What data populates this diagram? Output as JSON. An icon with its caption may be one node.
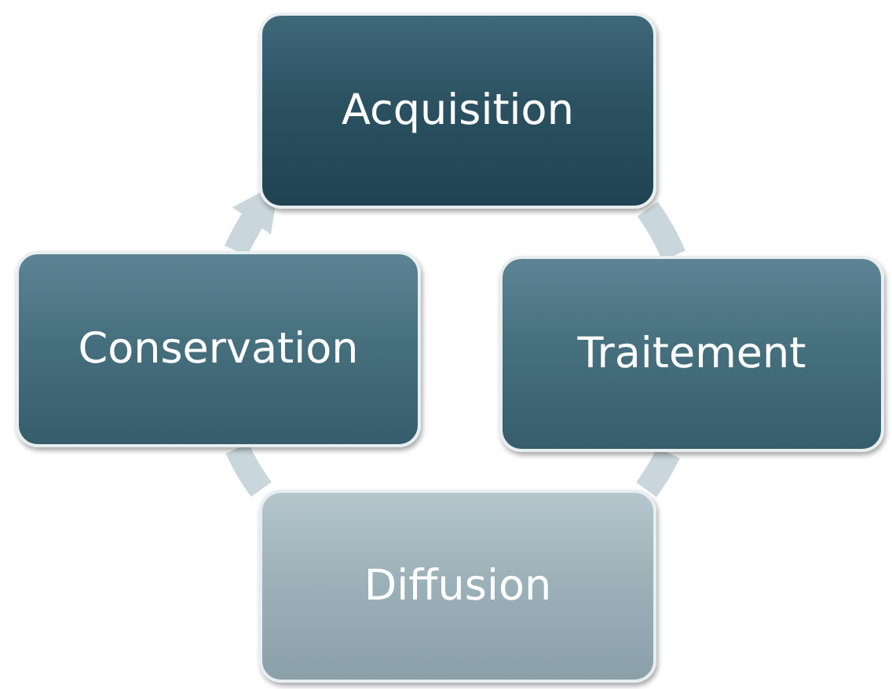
{
  "diagram": {
    "nodes": [
      {
        "text": [
          "Acquisition"
        ]
      },
      {
        "text": [
          "Traitement"
        ]
      },
      {
        "text": [
          "Diffusion"
        ]
      },
      {
        "text": [
          "Conservation"
        ]
      }
    ],
    "edges": [
      {
        "from": 0,
        "to": 1,
        "arrow": "none"
      },
      {
        "from": 1,
        "to": 2,
        "arrow": "none"
      },
      {
        "from": 2,
        "to": 3,
        "arrow": "none"
      },
      {
        "from": 3,
        "to": 0,
        "arrow": "to"
      }
    ]
  }
}
